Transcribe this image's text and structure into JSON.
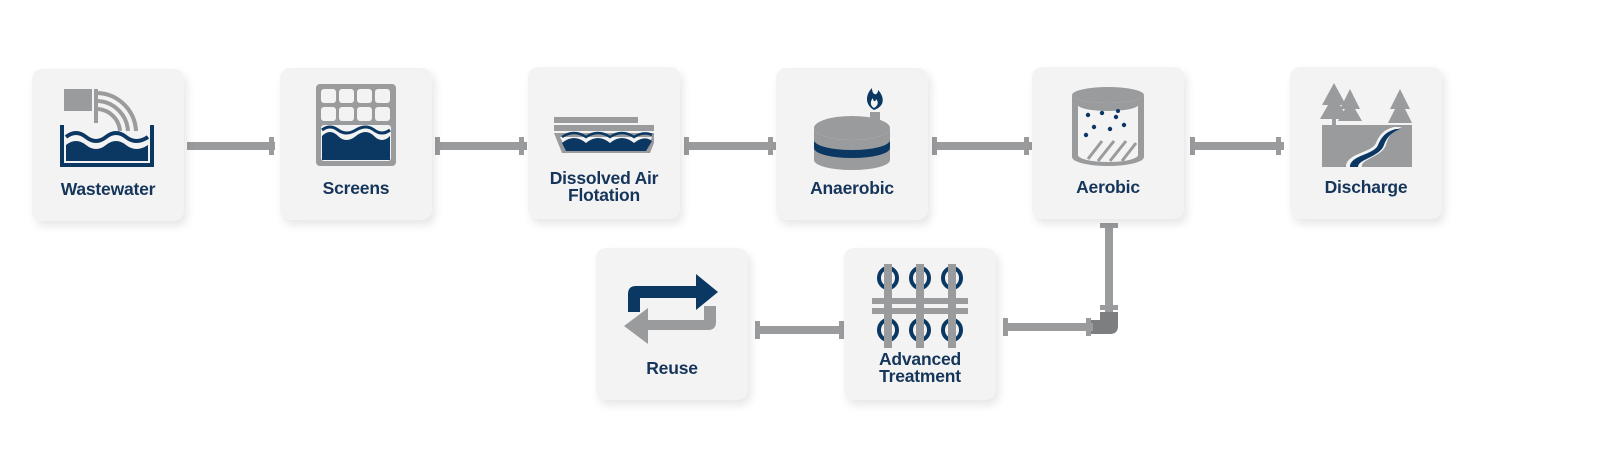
{
  "colors": {
    "navy": "#0b3763",
    "gray": "#9a9b9d",
    "dark_gray": "#6e6f71",
    "card": "#f3f3f3",
    "label": "#15355a"
  },
  "steps": [
    {
      "id": "wastewater",
      "label": "Wastewater",
      "icon": "wastewater-outfall-icon"
    },
    {
      "id": "screens",
      "label": "Screens",
      "icon": "screens-icon"
    },
    {
      "id": "daf",
      "label_line1": "Dissolved Air",
      "label_line2": "Flotation",
      "icon": "flotation-tank-icon"
    },
    {
      "id": "anaerobic",
      "label": "Anaerobic",
      "icon": "anaerobic-digester-flame-icon"
    },
    {
      "id": "aerobic",
      "label": "Aerobic",
      "icon": "aerobic-tank-icon"
    },
    {
      "id": "discharge",
      "label": "Discharge",
      "icon": "river-trees-icon"
    },
    {
      "id": "advanced",
      "label_line1": "Advanced",
      "label_line2": "Treatment",
      "icon": "membrane-filters-icon"
    },
    {
      "id": "reuse",
      "label": "Reuse",
      "icon": "recycle-arrows-icon"
    }
  ]
}
